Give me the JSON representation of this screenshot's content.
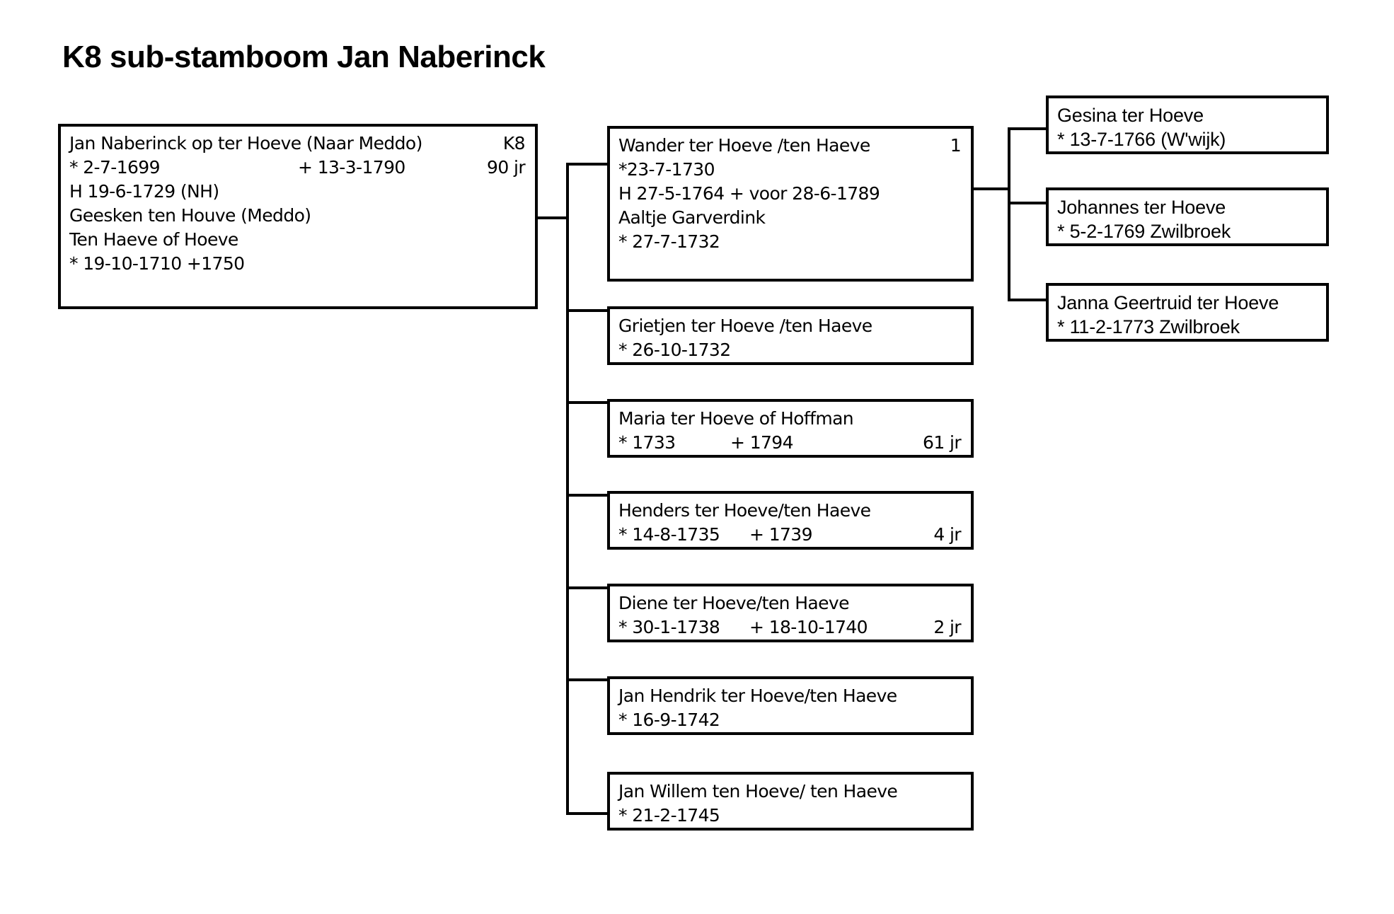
{
  "title": "K8 sub-stamboom Jan Naberinck",
  "root": {
    "name": "Jan Naberinck op ter Hoeve (Naar Meddo)",
    "code": "K8",
    "birth": "* 2-7-1699",
    "death": "+ 13-3-1790",
    "age": "90 jr",
    "marriage": "H 19-6-1729 (NH)",
    "spouse": "Geesken ten Houve (Meddo)",
    "spouse_alias": "Ten Haeve of Hoeve",
    "spouse_dates": "* 19-10-1710  +1750"
  },
  "children": [
    {
      "name": "Wander ter Hoeve /ten Haeve",
      "number": "1",
      "birth": "*23-7-1730",
      "marriage": "H 27-5-1764 + voor 28-6-1789",
      "spouse": "Aaltje Garverdink",
      "spouse_birth": "* 27-7-1732"
    },
    {
      "name": "Grietjen ter Hoeve /ten Haeve",
      "birth": "* 26-10-1732"
    },
    {
      "name": "Maria ter Hoeve of Hoffman",
      "birth": "* 1733",
      "death": "+ 1794",
      "age": "61 jr"
    },
    {
      "name": "Henders ter Hoeve/ten Haeve",
      "birth": "* 14-8-1735",
      "death": "+ 1739",
      "age": "4 jr"
    },
    {
      "name": "Diene ter Hoeve/ten Haeve",
      "birth": "* 30-1-1738",
      "death": "+  18-10-1740",
      "age": "2 jr"
    },
    {
      "name": "Jan Hendrik ter Hoeve/ten Haeve",
      "birth": "* 16-9-1742"
    },
    {
      "name": "Jan Willem ten Hoeve/ ten Haeve",
      "birth": "* 21-2-1745"
    }
  ],
  "grandchildren": [
    {
      "name": "Gesina ter Hoeve",
      "birth": "* 13-7-1766 (W'wijk)"
    },
    {
      "name": "Johannes ter Hoeve",
      "birth": "* 5-2-1769 Zwilbroek"
    },
    {
      "name": "Janna Geertruid ter Hoeve",
      "birth": "* 11-2-1773 Zwilbroek"
    }
  ],
  "colors": {
    "ink": "#000000",
    "paper": "#ffffff"
  }
}
